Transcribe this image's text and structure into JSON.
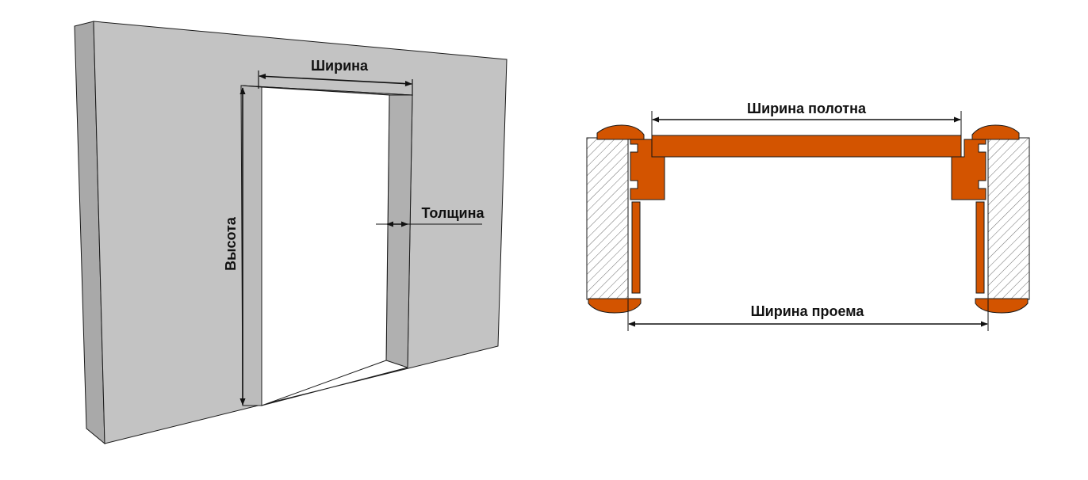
{
  "wall_diagram": {
    "width_label": "Ширина",
    "height_label": "Высота",
    "thickness_label": "Толщина"
  },
  "frame_section": {
    "leaf_width_label": "Ширина полотна",
    "opening_width_label": "Ширина проема"
  },
  "colors": {
    "wall_face": "#c3c3c3",
    "wall_side": "#a9a9a9",
    "frame_wood": "#d35400",
    "outline": "#1a1a1a",
    "hatch": "#6e6e6e"
  }
}
